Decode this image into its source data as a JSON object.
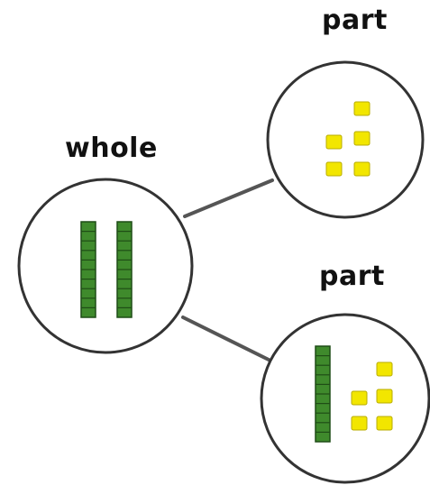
{
  "labels": {
    "whole": "whole",
    "part_top": "part",
    "part_bottom": "part"
  },
  "colors": {
    "ten_rod": "#3f8a2c",
    "ten_rod_dark": "#1f4d16",
    "one_cube": "#f2e600",
    "one_cube_edge": "#b8ac00",
    "circle_stroke": "#333333",
    "connector": "#555555"
  },
  "nodes": {
    "whole": {
      "tens": 2,
      "ones": 0
    },
    "part_top": {
      "tens": 0,
      "ones": 5
    },
    "part_bottom": {
      "tens": 1,
      "ones": 5
    }
  }
}
